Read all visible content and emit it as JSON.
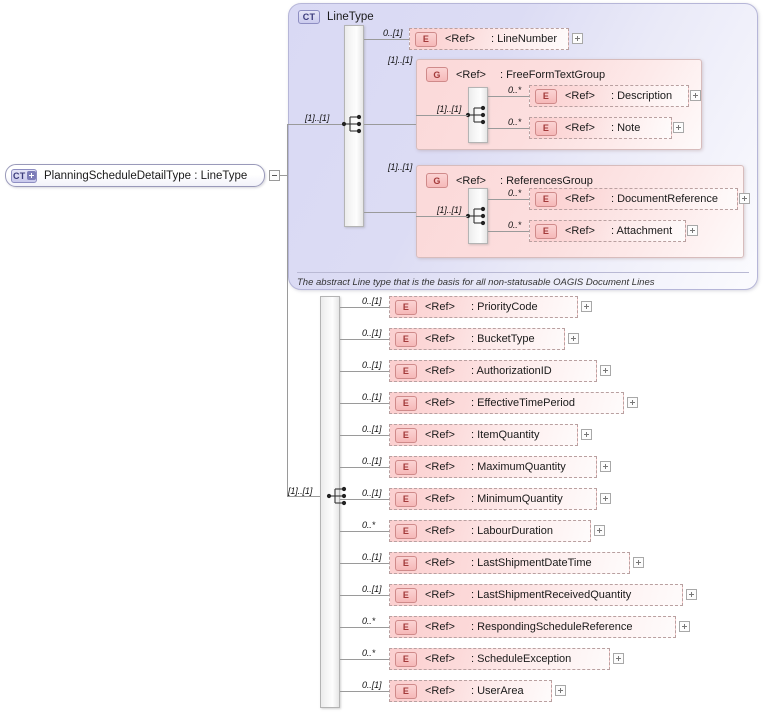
{
  "diagram": {
    "title": "PlanningScheduleDetailType XSD structure",
    "root": {
      "badge": "CT",
      "badge_icon": "complex-type-plus-icon",
      "label": "PlanningScheduleDetailType : LineType",
      "toggle_icon": "minus-toggle-icon"
    },
    "colors": {
      "complex_type_fill": "#d9d9f4",
      "complex_type_border": "#b6b6d8",
      "element_fill": "#fbcfcf",
      "element_border": "#b9a0a0",
      "badge_element": "#f6b8b8",
      "line": "#9a9a9a"
    },
    "ct_container": {
      "badge": "CT",
      "title": "LineType",
      "annotation": "The abstract Line type that is the basis for all non-statusable OAGIS Document Lines",
      "cardinality": "[1]..[1]"
    },
    "ct_children": [
      {
        "kind": "element",
        "badge": "E",
        "ref": "<Ref>",
        "name": ": LineNumber",
        "cardinality": "0..[1]",
        "expand": "+"
      },
      {
        "kind": "group",
        "badge": "G",
        "ref": "<Ref>",
        "name": ": FreeFormTextGroup",
        "cardinality": "[1]..[1]",
        "inner_cardinality": "[1]..[1]",
        "children": [
          {
            "badge": "E",
            "ref": "<Ref>",
            "name": ": Description",
            "cardinality": "0..*",
            "expand": "+"
          },
          {
            "badge": "E",
            "ref": "<Ref>",
            "name": ": Note",
            "cardinality": "0..*",
            "expand": "+"
          }
        ]
      },
      {
        "kind": "group",
        "badge": "G",
        "ref": "<Ref>",
        "name": ": ReferencesGroup",
        "cardinality": "[1]..[1]",
        "inner_cardinality": "[1]..[1]",
        "children": [
          {
            "badge": "E",
            "ref": "<Ref>",
            "name": ": DocumentReference",
            "cardinality": "0..*",
            "expand": "+"
          },
          {
            "badge": "E",
            "ref": "<Ref>",
            "name": ": Attachment",
            "cardinality": "0..*",
            "expand": "+"
          }
        ]
      }
    ],
    "extension_sequence": {
      "cardinality": "[1]..[1]",
      "elements": [
        {
          "badge": "E",
          "ref": "<Ref>",
          "name": ": PriorityCode",
          "cardinality": "0..[1]",
          "expand": "+"
        },
        {
          "badge": "E",
          "ref": "<Ref>",
          "name": ": BucketType",
          "cardinality": "0..[1]",
          "expand": "+"
        },
        {
          "badge": "E",
          "ref": "<Ref>",
          "name": ": AuthorizationID",
          "cardinality": "0..[1]",
          "expand": "+"
        },
        {
          "badge": "E",
          "ref": "<Ref>",
          "name": ": EffectiveTimePeriod",
          "cardinality": "0..[1]",
          "expand": "+"
        },
        {
          "badge": "E",
          "ref": "<Ref>",
          "name": ": ItemQuantity",
          "cardinality": "0..[1]",
          "expand": "+"
        },
        {
          "badge": "E",
          "ref": "<Ref>",
          "name": ": MaximumQuantity",
          "cardinality": "0..[1]",
          "expand": "+"
        },
        {
          "badge": "E",
          "ref": "<Ref>",
          "name": ": MinimumQuantity",
          "cardinality": "0..[1]",
          "expand": "+"
        },
        {
          "badge": "E",
          "ref": "<Ref>",
          "name": ": LabourDuration",
          "cardinality": "0..*",
          "expand": "+"
        },
        {
          "badge": "E",
          "ref": "<Ref>",
          "name": ": LastShipmentDateTime",
          "cardinality": "0..[1]",
          "expand": "+"
        },
        {
          "badge": "E",
          "ref": "<Ref>",
          "name": ": LastShipmentReceivedQuantity",
          "cardinality": "0..[1]",
          "expand": "+"
        },
        {
          "badge": "E",
          "ref": "<Ref>",
          "name": ": RespondingScheduleReference",
          "cardinality": "0..*",
          "expand": "+"
        },
        {
          "badge": "E",
          "ref": "<Ref>",
          "name": ": ScheduleException",
          "cardinality": "0..*",
          "expand": "+"
        },
        {
          "badge": "E",
          "ref": "<Ref>",
          "name": ": UserArea",
          "cardinality": "0..[1]",
          "expand": "+"
        }
      ]
    }
  }
}
